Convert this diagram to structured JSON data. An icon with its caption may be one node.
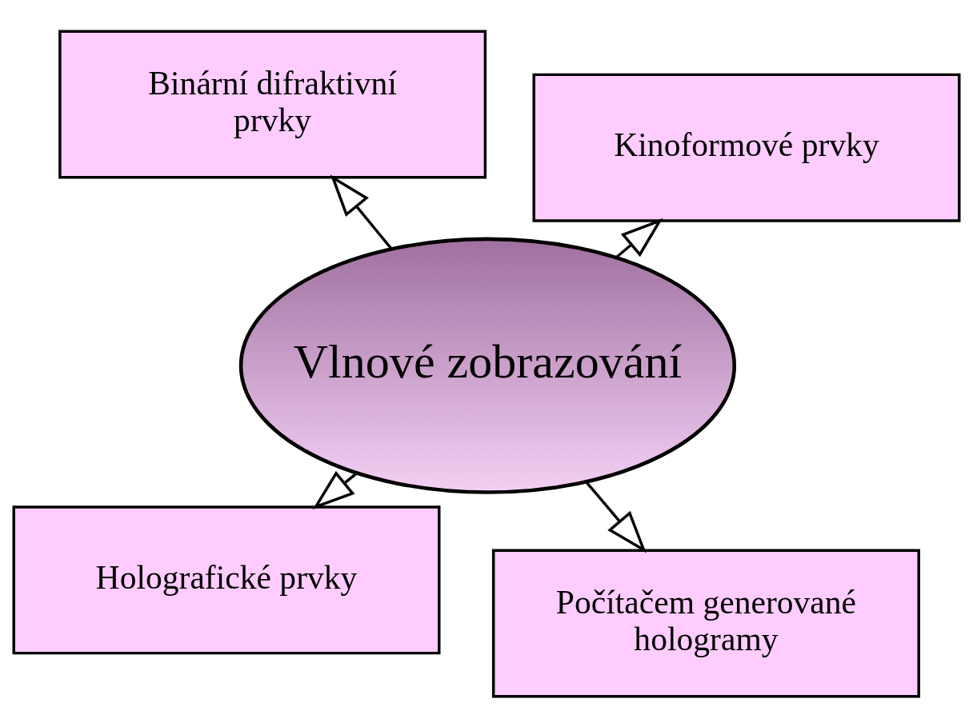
{
  "diagram": {
    "nodes": [
      {
        "text": [
          "Holografické prvky"
        ]
      },
      {
        "text": [
          "Počítačem generované hologramy"
        ]
      },
      {
        "text": [
          "Vlnové zobrazování"
        ]
      },
      {
        "text": [
          "Binární difraktivní prvky"
        ]
      },
      {
        "text": [
          "Kinoformové prvky"
        ]
      }
    ],
    "edges": [
      {
        "from": 2,
        "to": 0,
        "arrow": "to"
      },
      {
        "from": 2,
        "to": 1,
        "arrow": "to"
      },
      {
        "from": 2,
        "to": 3,
        "arrow": "to"
      },
      {
        "from": 2,
        "to": 4,
        "arrow": "to"
      }
    ]
  }
}
